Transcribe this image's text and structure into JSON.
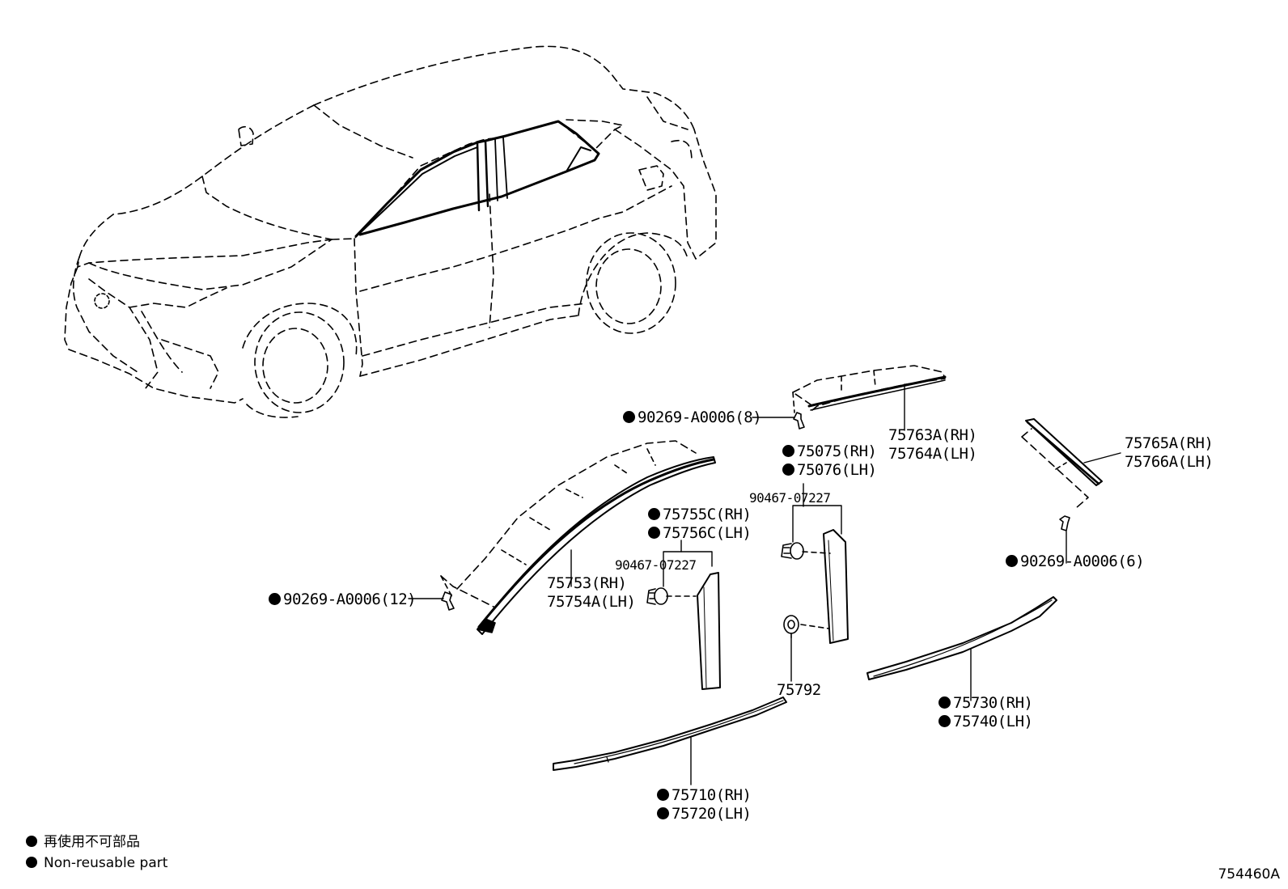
{
  "labels": {
    "clip_front": "90269-A0006(12)",
    "clip_roof": "90269-A0006(8)",
    "clip_rear": "90269-A0006(6)",
    "pillar_front_rh": "75753(RH)",
    "pillar_front_lh": "75754A(LH)",
    "roof_mold_rh": "75763A(RH)",
    "roof_mold_lh": "75764A(LH)",
    "rear_mold_rh": "75765A(RH)",
    "rear_mold_lh": "75766A(LH)",
    "garnish_center_rh": "75755C(RH)",
    "garnish_center_lh": "75756C(LH)",
    "garnish_rear_rh": "75075(RH)",
    "garnish_rear_lh": "75076(LH)",
    "clip_bpillar_1": "90467-07227",
    "clip_bpillar_2": "90467-07227",
    "clip_75792": "75792",
    "belt_front_rh": "75710(RH)",
    "belt_front_lh": "75720(LH)",
    "belt_rear_rh": "75730(RH)",
    "belt_rear_lh": "75740(LH)"
  },
  "legend": {
    "line_jp": "再使用不可部品",
    "line_en": "Non-reusable part"
  },
  "diagram_code": "754460A"
}
